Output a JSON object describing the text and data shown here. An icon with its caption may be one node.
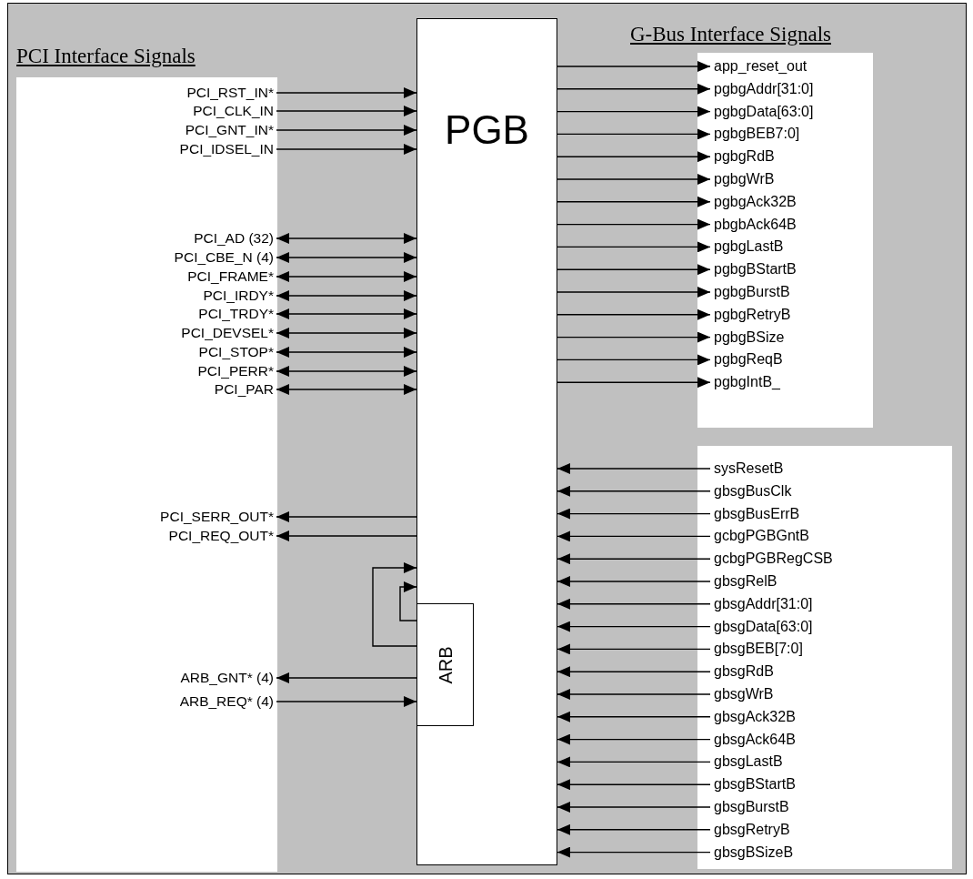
{
  "diagram": {
    "nodes": [
      {
        "text": [
          "PCI Interface Signals"
        ]
      },
      {
        "text": [
          "PCI_RST_IN*"
        ],
        "in": 0
      },
      {
        "text": [
          "PCI_CLK_IN"
        ],
        "in": 0
      },
      {
        "text": [
          "PCI_GNT_IN*"
        ],
        "in": 0
      },
      {
        "text": [
          "PCI_IDSEL_IN"
        ],
        "in": 0
      },
      {
        "text": [
          "PCI_AD  (32)"
        ],
        "in": 0
      },
      {
        "text": [
          "PCI_CBE_N  (4)"
        ],
        "in": 0
      },
      {
        "text": [
          "PCI_FRAME*"
        ],
        "in": 0
      },
      {
        "text": [
          "PCI_IRDY*"
        ],
        "in": 0
      },
      {
        "text": [
          "PCI_TRDY*"
        ],
        "in": 0
      },
      {
        "text": [
          "PCI_DEVSEL*"
        ],
        "in": 0
      },
      {
        "text": [
          "PCI_STOP*"
        ],
        "in": 0
      },
      {
        "text": [
          "PCI_PERR*"
        ],
        "in": 0
      },
      {
        "text": [
          "PCI_PAR"
        ],
        "in": 0
      },
      {
        "text": [
          "PCI_SERR_OUT*"
        ],
        "in": 0
      },
      {
        "text": [
          "PCI_REQ_OUT*"
        ],
        "in": 0
      },
      {
        "text": [
          "ARB_GNT* (4)"
        ],
        "in": 0
      },
      {
        "text": [
          "ARB_REQ* (4)"
        ],
        "in": 0
      },
      {
        "text": [
          "PGB"
        ]
      },
      {
        "text": [
          "ARB"
        ],
        "in": 18
      },
      {
        "text": [
          "G-Bus Interface Signals"
        ]
      },
      {
        "text": [
          "app_reset_out"
        ],
        "in": 20
      },
      {
        "text": [
          "pgbgAddr[31:0]"
        ],
        "in": 20
      },
      {
        "text": [
          "pgbgData[63:0]"
        ],
        "in": 20
      },
      {
        "text": [
          "pgbgBEB7:0]"
        ],
        "in": 20
      },
      {
        "text": [
          "pgbgRdB"
        ],
        "in": 20
      },
      {
        "text": [
          "pgbgWrB"
        ],
        "in": 20
      },
      {
        "text": [
          "pgbgAck32B"
        ],
        "in": 20
      },
      {
        "text": [
          "pbgbAck64B"
        ],
        "in": 20
      },
      {
        "text": [
          "pgbgLastB"
        ],
        "in": 20
      },
      {
        "text": [
          "pgbgBStartB"
        ],
        "in": 20
      },
      {
        "text": [
          "pgbgBurstB"
        ],
        "in": 20
      },
      {
        "text": [
          "pgbgRetryB"
        ],
        "in": 20
      },
      {
        "text": [
          "pgbgBSize"
        ],
        "in": 20
      },
      {
        "text": [
          "pgbgReqB"
        ],
        "in": 20
      },
      {
        "text": [
          "pgbgIntB_"
        ],
        "in": 20
      },
      {
        "text": [],
        "shape": "box"
      },
      {
        "text": [
          "sysResetB"
        ],
        "in": 36
      },
      {
        "text": [
          "gbsgBusClk"
        ],
        "in": 36
      },
      {
        "text": [
          "gbsgBusErrB"
        ],
        "in": 36
      },
      {
        "text": [
          "gcbgPGBGntB"
        ],
        "in": 36
      },
      {
        "text": [
          "gcbgPGBRegCSB"
        ],
        "in": 36
      },
      {
        "text": [
          "gbsgRelB"
        ],
        "in": 36
      },
      {
        "text": [
          "gbsgAddr[31:0]"
        ],
        "in": 36
      },
      {
        "text": [
          "gbsgData[63:0]"
        ],
        "in": 36
      },
      {
        "text": [
          "gbsgBEB[7:0]"
        ],
        "in": 36
      },
      {
        "text": [
          "gbsgRdB"
        ],
        "in": 36
      },
      {
        "text": [
          "gbsgWrB"
        ],
        "in": 36
      },
      {
        "text": [
          "gbsgAck32B"
        ],
        "in": 36
      },
      {
        "text": [
          "gbsgAck64B"
        ],
        "in": 36
      },
      {
        "text": [
          "gbsgLastB"
        ],
        "in": 36
      },
      {
        "text": [
          "gbsgBStartB"
        ],
        "in": 36
      },
      {
        "text": [
          "gbsgBurstB"
        ],
        "in": 36
      },
      {
        "text": [
          "gbsgRetryB"
        ],
        "in": 36
      },
      {
        "text": [
          "gbsgBSizeB"
        ],
        "in": 36
      }
    ],
    "edges": [
      {
        "from": 1,
        "to": 18,
        "arrow": "to"
      },
      {
        "from": 2,
        "to": 18,
        "arrow": "to"
      },
      {
        "from": 3,
        "to": 18,
        "arrow": "to"
      },
      {
        "from": 4,
        "to": 18,
        "arrow": "to"
      },
      {
        "from": 5,
        "to": 18,
        "arrow": "both"
      },
      {
        "from": 6,
        "to": 18,
        "arrow": "both"
      },
      {
        "from": 7,
        "to": 18,
        "arrow": "both"
      },
      {
        "from": 8,
        "to": 18,
        "arrow": "both"
      },
      {
        "from": 9,
        "to": 18,
        "arrow": "both"
      },
      {
        "from": 10,
        "to": 18,
        "arrow": "both"
      },
      {
        "from": 11,
        "to": 18,
        "arrow": "both"
      },
      {
        "from": 12,
        "to": 18,
        "arrow": "both"
      },
      {
        "from": 13,
        "to": 18,
        "arrow": "both"
      },
      {
        "from": 18,
        "to": 14,
        "arrow": "to"
      },
      {
        "from": 18,
        "to": 15,
        "arrow": "to"
      },
      {
        "from": 19,
        "to": 18,
        "arrow": "to"
      },
      {
        "from": 19,
        "to": 18,
        "arrow": "to"
      },
      {
        "from": 19,
        "to": 16,
        "arrow": "to"
      },
      {
        "from": 17,
        "to": 19,
        "arrow": "to"
      },
      {
        "from": 18,
        "to": 21,
        "arrow": "to"
      },
      {
        "from": 18,
        "to": 22,
        "arrow": "to"
      },
      {
        "from": 18,
        "to": 23,
        "arrow": "to"
      },
      {
        "from": 18,
        "to": 24,
        "arrow": "to"
      },
      {
        "from": 18,
        "to": 25,
        "arrow": "to"
      },
      {
        "from": 18,
        "to": 26,
        "arrow": "to"
      },
      {
        "from": 18,
        "to": 27,
        "arrow": "to"
      },
      {
        "from": 18,
        "to": 28,
        "arrow": "to"
      },
      {
        "from": 18,
        "to": 29,
        "arrow": "to"
      },
      {
        "from": 18,
        "to": 30,
        "arrow": "to"
      },
      {
        "from": 18,
        "to": 31,
        "arrow": "to"
      },
      {
        "from": 18,
        "to": 32,
        "arrow": "to"
      },
      {
        "from": 18,
        "to": 33,
        "arrow": "to"
      },
      {
        "from": 18,
        "to": 34,
        "arrow": "to"
      },
      {
        "from": 18,
        "to": 35,
        "arrow": "to"
      },
      {
        "from": 37,
        "to": 18,
        "arrow": "to"
      },
      {
        "from": 38,
        "to": 18,
        "arrow": "to"
      },
      {
        "from": 39,
        "to": 18,
        "arrow": "to"
      },
      {
        "from": 40,
        "to": 18,
        "arrow": "to"
      },
      {
        "from": 41,
        "to": 18,
        "arrow": "to"
      },
      {
        "from": 42,
        "to": 18,
        "arrow": "to"
      },
      {
        "from": 43,
        "to": 18,
        "arrow": "to"
      },
      {
        "from": 44,
        "to": 18,
        "arrow": "to"
      },
      {
        "from": 45,
        "to": 18,
        "arrow": "to"
      },
      {
        "from": 46,
        "to": 18,
        "arrow": "to"
      },
      {
        "from": 47,
        "to": 18,
        "arrow": "to"
      },
      {
        "from": 48,
        "to": 18,
        "arrow": "to"
      },
      {
        "from": 49,
        "to": 18,
        "arrow": "to"
      },
      {
        "from": 50,
        "to": 18,
        "arrow": "to"
      },
      {
        "from": 51,
        "to": 18,
        "arrow": "to"
      },
      {
        "from": 52,
        "to": 18,
        "arrow": "to"
      },
      {
        "from": 53,
        "to": 18,
        "arrow": "to"
      },
      {
        "from": 54,
        "to": 18,
        "arrow": "to"
      }
    ]
  }
}
